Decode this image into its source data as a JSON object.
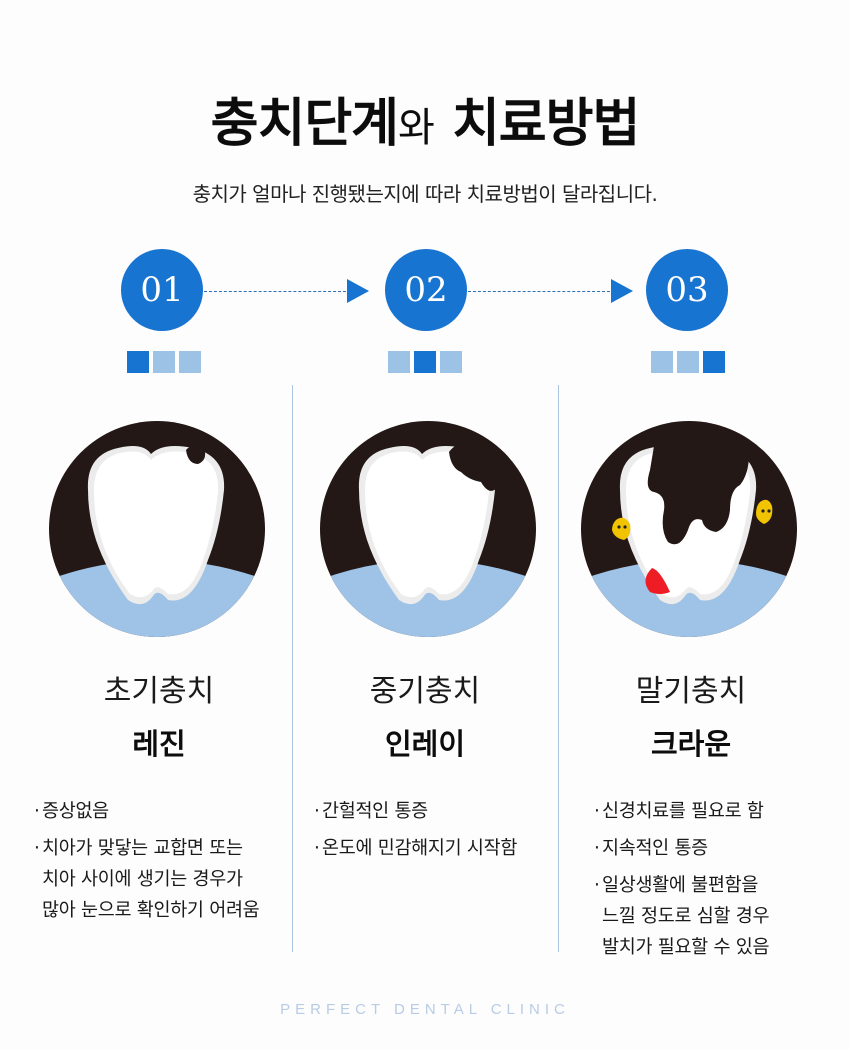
{
  "header": {
    "title_bold_1": "충치단계",
    "title_light": "와",
    "title_bold_2": "치료방법",
    "subtitle": "충치가 얼마나 진행됐는지에 따라 치료방법이 달라집니다."
  },
  "colors": {
    "accent": "#1874d1",
    "accent_light": "#9cc2e6",
    "gum": "#9fc3e7",
    "dark_bg": "#231815",
    "bacteria": "#f2c300",
    "blood": "#ee1c25"
  },
  "steps": [
    {
      "number": "01",
      "active_square": 0,
      "stage": "초기충치",
      "treatment": "레진",
      "bullets": [
        "증상없음",
        "치아가 맞닿는 교합면 또는\n치아 사이에 생기는 경우가\n많아 눈으로 확인하기 어려움"
      ],
      "illustration": "tooth-early-decay-icon"
    },
    {
      "number": "02",
      "active_square": 1,
      "stage": "중기충치",
      "treatment": "인레이",
      "bullets": [
        "간헐적인 통증",
        "온도에 민감해지기 시작함"
      ],
      "illustration": "tooth-middle-decay-icon"
    },
    {
      "number": "03",
      "active_square": 2,
      "stage": "말기충치",
      "treatment": "크라운",
      "bullets": [
        "신경치료를 필요로 함",
        "지속적인 통증",
        "일상생활에 불편함을\n느낄 정도로 심할 경우\n발치가 필요할 수 있음"
      ],
      "illustration": "tooth-late-decay-icon"
    }
  ],
  "bullet_marker": "·",
  "footer": "PERFECT DENTAL CLINIC"
}
